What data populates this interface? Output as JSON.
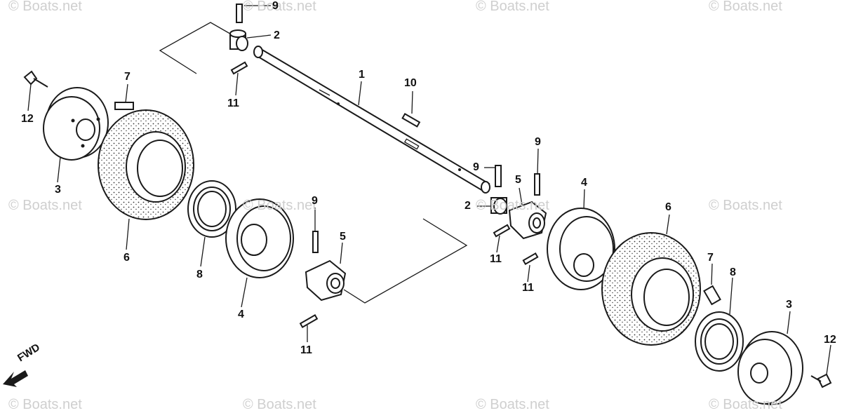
{
  "watermarks": [
    "© Boats.net",
    "© Boats.net",
    "© Boats.net",
    "© Boats.net",
    "© Boats.net",
    "© Boats.net",
    "© Boats.net",
    "© Boats.net",
    "© Boats.net",
    "© Boats.net",
    "© Boats.net",
    "© Boats.net"
  ],
  "callouts": [
    "9",
    "2",
    "11",
    "1",
    "10",
    "7",
    "12",
    "3",
    "6",
    "8",
    "4",
    "9",
    "5",
    "11",
    "9",
    "9",
    "5",
    "4",
    "2",
    "11",
    "11",
    "6",
    "7",
    "8",
    "3",
    "12"
  ],
  "direction_label": "FWD",
  "colors": {
    "ink": "#1a1a1a",
    "watermark": "#cfcfcf",
    "background": "#ffffff"
  }
}
